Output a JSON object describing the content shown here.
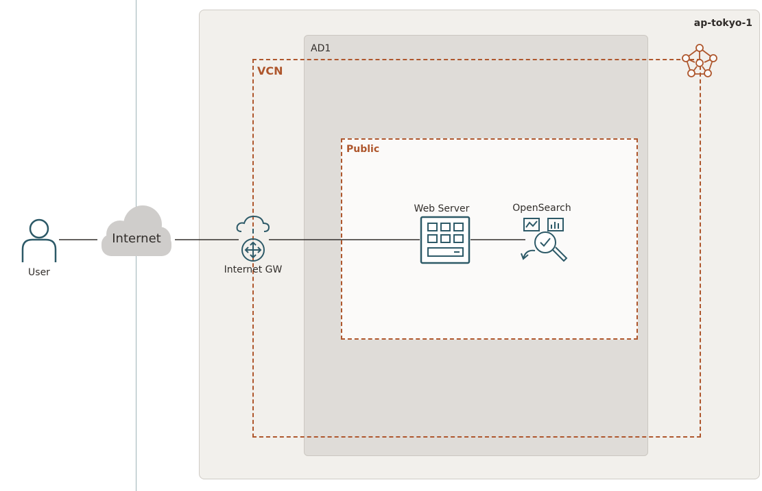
{
  "region": {
    "label": "ap-tokyo-1"
  },
  "availability_domain": {
    "label": "AD1"
  },
  "vcn": {
    "label": "VCN",
    "icon": "vcn-icon",
    "color": "#ae562c"
  },
  "subnet": {
    "label": "Public"
  },
  "nodes": {
    "user": {
      "label": "User",
      "icon": "user-icon"
    },
    "internet": {
      "label": "Internet",
      "icon": "cloud-icon"
    },
    "internet_gateway": {
      "label": "Internet GW",
      "icon": "internet-gateway-icon"
    },
    "web_server": {
      "label": "Web Server",
      "icon": "compute-instance-icon"
    },
    "opensearch": {
      "label": "OpenSearch",
      "icon": "opensearch-icon"
    }
  },
  "colors": {
    "icon_stroke": "#2c5967",
    "accent": "#ae562c",
    "cloud_fill": "#cfcdcb"
  }
}
